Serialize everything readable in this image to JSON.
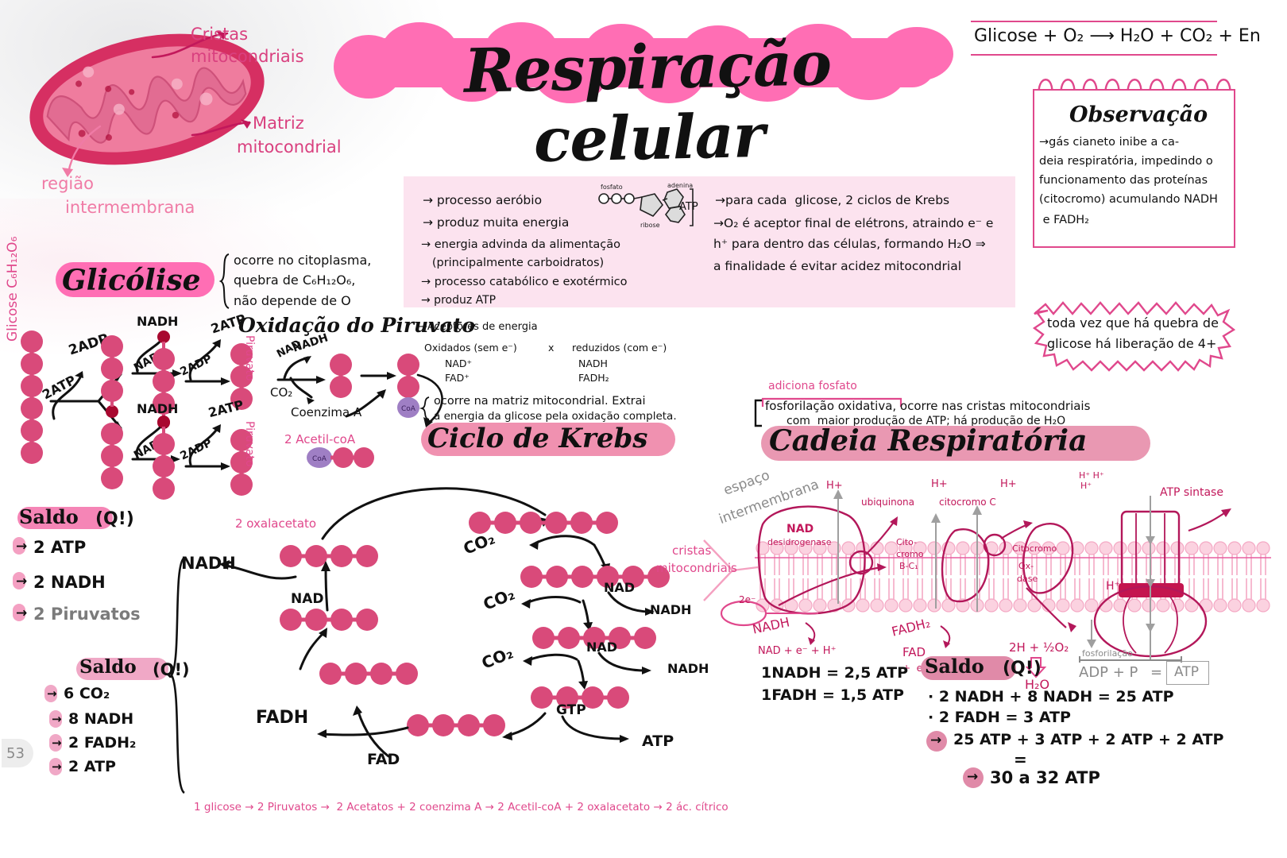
{
  "title": "Respiração celular",
  "page_number": "53",
  "mitochondria": {
    "labels": [
      {
        "id": "cristas",
        "line1": "Cristas",
        "line2": "mitocondriais"
      },
      {
        "id": "matriz",
        "line1": "Matriz",
        "line2": "mitocondrial"
      },
      {
        "id": "intermembrana",
        "line1": "região",
        "line2": "intermembrana"
      }
    ]
  },
  "equation": {
    "text": "Glicose + O₂ ⟶ H₂O + CO₂ + En"
  },
  "observacao": {
    "heading": "Observação",
    "lines": [
      "→gás cianeto inibe a ca-",
      "deia respiratória, impedindo o",
      "funcionamento das proteínas",
      "(citocromo) acumulando NADH",
      " e FADH₂"
    ]
  },
  "nota_glicose": {
    "lines": [
      "toda vez que há quebra de",
      "glicose há liberação de 4+"
    ]
  },
  "info_box": {
    "left_bullets": [
      "→ processo aeróbio",
      "→ produz muita energia",
      "→ energia advinda da alimentação",
      "   (principalmente carboidratos)",
      "→ processo catabólico e exotérmico",
      "→ produz ATP"
    ],
    "atp_diagram": {
      "fosfato": "fosfato",
      "ribose": "ribose",
      "adenina": "adenina",
      "atp": "ATP"
    },
    "right_bullets": [
      "→para cada  glicose, 2 ciclos de Krebs",
      "→O₂ é aceptor final de elétrons, atraindo e⁻ e",
      "h⁺ para dentro das células, formando H₂O ⇒",
      "a finalidade é evitar acidez mitocondrial"
    ]
  },
  "glicolise": {
    "heading": "Glicólise",
    "note_lines": [
      "ocorre no citoplasma,",
      "quebra de C₆H₁₂O₆,",
      "não depende de O"
    ],
    "glicose_label": "Glicose  C₆H₁₂O₆",
    "piruvato_label_1": "Piruvato",
    "piruvato_label_2": "Piruvato",
    "arrow_labels": [
      "2ATP",
      "2ADP",
      "NAD",
      "NADH",
      "2ADP",
      "2ATP",
      "NAD",
      "NADH",
      "2ADP",
      "2ATP"
    ],
    "saldo": {
      "heading": "Saldo",
      "q": "(Q!)",
      "items": [
        "2 ATP",
        "2 NADH",
        "2 Piruvatos"
      ]
    }
  },
  "oxidacao_piruvato": {
    "heading": "Oxidação do Piruvato",
    "labels": {
      "piruvato": "Piruvato",
      "nad": "NAD",
      "nadh": "NADH",
      "co2": "CO₂",
      "coenzima": "Coenzima A",
      "coa_badge": "CoA",
      "acetil": "2 Acetil-coA",
      "coa_oval": "CoA"
    }
  },
  "aceptores": {
    "title": "→Aceptores de energia",
    "col_left_header": "Oxidados (sem e⁻)",
    "x": "x",
    "col_right_header": "reduzidos (com e⁻)",
    "col_left": [
      "NAD⁺",
      "FAD⁺"
    ],
    "col_right": [
      "NADH",
      "FADH₂"
    ]
  },
  "krebs": {
    "heading": "Ciclo de Krebs",
    "note_lines": [
      "ocorre na matriz mitocondrial. Extrai",
      "a energia da glicose pela oxidação completa."
    ],
    "oxalacetato": "2 oxalacetato",
    "cycle_labels": [
      "CO₂",
      "CO₂",
      "CO₂",
      "NAD",
      "NAD",
      "NAD",
      "NADH",
      "NADH",
      "NADH",
      "GTP",
      "ATP",
      "FADH",
      "FAD"
    ],
    "saldo": {
      "heading": "Saldo",
      "q": "(Q!)",
      "items": [
        "6 CO₂",
        "8 NADH",
        "2 FADH₂",
        "2 ATP"
      ]
    }
  },
  "cadeia": {
    "heading": "Cadeia Respiratória",
    "adiciona_fosfato": "adiciona fosfato",
    "note_lines": [
      "fosforilação oxidativa, ocorre nas cristas mitocondriais",
      "com  maior produção de ATP; há produção de H₂O"
    ],
    "membrane_labels": {
      "espaco": "espaço",
      "intermembrana": "intermembrana",
      "cristas_1": "cristas",
      "cristas_2": "mitocondriais",
      "nad_desidrogenase_1": "NAD",
      "nad_desidrogenase_2": "desidrogenase",
      "ubiquinona": "ubiquinona",
      "citocromo_bc1_1": "Cito-",
      "citocromo_bc1_2": "cromo",
      "citocromo_bc1_3": "B-C₁",
      "citocromo_c": "citocromo C",
      "citocromo_oxidase_1": "Citocromo",
      "citocromo_oxidase_2": "Ox-",
      "citocromo_oxidase_3": "dase",
      "atp_sintase": "ATP sintase",
      "h_plus_1": "H+",
      "h_plus_2": "H+",
      "h_plus_3": "H+",
      "h_plus_cluster": "H⁺ H⁺",
      "h_plus_cluster2": "H⁺",
      "h_plus_inside": "H⁺",
      "dois_e": "2e⁻",
      "nadh": "NADH",
      "nad_e_h": "NAD + e⁻ + H⁺",
      "fadh2": "FADH₂",
      "fad": "FAD",
      "fad_e_h": "+  e⁻ + 2H⁺",
      "agua_eq": "2H + ½O₂",
      "agua": "H₂O",
      "fosforilacao": "fosforilação",
      "adp_p": "ADP + P",
      "equals": "=",
      "atp_box": "ATP"
    },
    "rates": [
      "1NADH = 2,5 ATP",
      "1FADH = 1,5 ATP"
    ],
    "saldo": {
      "heading": "Saldo",
      "q": "(Q!)",
      "items": [
        "· 2 NADH + 8 NADH = 25 ATP",
        "· 2 FADH = 3 ATP"
      ],
      "sum_line": "25 ATP + 3 ATP + 2 ATP + 2 ATP",
      "equals": "=",
      "total": "30 a 32 ATP"
    }
  },
  "bottom_summary": "1 glicose → 2 Piruvatos →  2 Acetatos + 2 coenzima A → 2 Acetil-coA + 2 oxalacetato → 2 ác. cítrico",
  "colors": {
    "hot_pink": "#ff6eb4",
    "pill_pink": "#f48fb1",
    "deep_pink": "#d81b60",
    "bead": "#d94a7a",
    "bead_dark": "#b3123f",
    "pale_pink_box": "#fce3ef",
    "magenta_text": "#c2185b",
    "grey_text": "#8a8a8a",
    "black": "#111111"
  }
}
